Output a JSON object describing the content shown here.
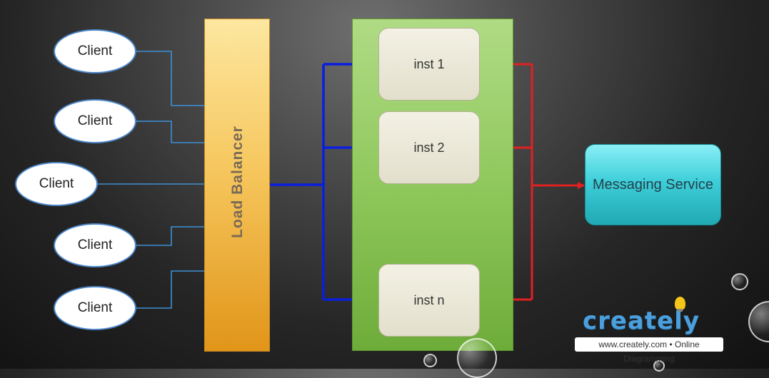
{
  "clients": [
    "Client",
    "Client",
    "Client",
    "Client",
    "Client"
  ],
  "load_balancer": {
    "label": "Load Balancer"
  },
  "instances": [
    "inst 1",
    "inst 2",
    "inst n"
  ],
  "messaging_service": {
    "label": "Messaging Service"
  },
  "watermark": {
    "brand": "creately",
    "subtitle": "www.creately.com • Online Diagramming"
  },
  "colors": {
    "client_link": "#3d8fd6",
    "request_arrow": "#0a1ee0",
    "message_arrow": "#e32020",
    "ellipsis_dash": "#2e8fd1"
  }
}
